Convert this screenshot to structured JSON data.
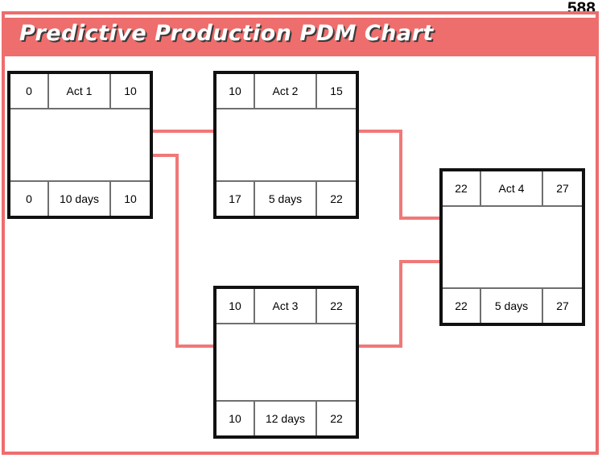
{
  "page": {
    "number": "588",
    "border_color": "#EE6D6D"
  },
  "title": {
    "text": "Predictive Production PDM Chart",
    "bar_color": "#EE6D6D",
    "text_color": "#FFFFFF"
  },
  "diagram": {
    "connector_color": "#F07878",
    "nodes": [
      {
        "id": "act1",
        "early_start": "0",
        "name": "Act 1",
        "early_finish": "10",
        "late_start": "0",
        "duration": "10 days",
        "late_finish": "10"
      },
      {
        "id": "act2",
        "early_start": "10",
        "name": "Act 2",
        "early_finish": "15",
        "late_start": "17",
        "duration": "5 days",
        "late_finish": "22"
      },
      {
        "id": "act3",
        "early_start": "10",
        "name": "Act 3",
        "early_finish": "22",
        "late_start": "10",
        "duration": "12 days",
        "late_finish": "22"
      },
      {
        "id": "act4",
        "early_start": "22",
        "name": "Act 4",
        "early_finish": "27",
        "late_start": "22",
        "duration": "5 days",
        "late_finish": "27"
      }
    ],
    "links": [
      {
        "from": "act1",
        "to": "act2"
      },
      {
        "from": "act1",
        "to": "act3"
      },
      {
        "from": "act2",
        "to": "act4"
      },
      {
        "from": "act3",
        "to": "act4"
      }
    ]
  }
}
